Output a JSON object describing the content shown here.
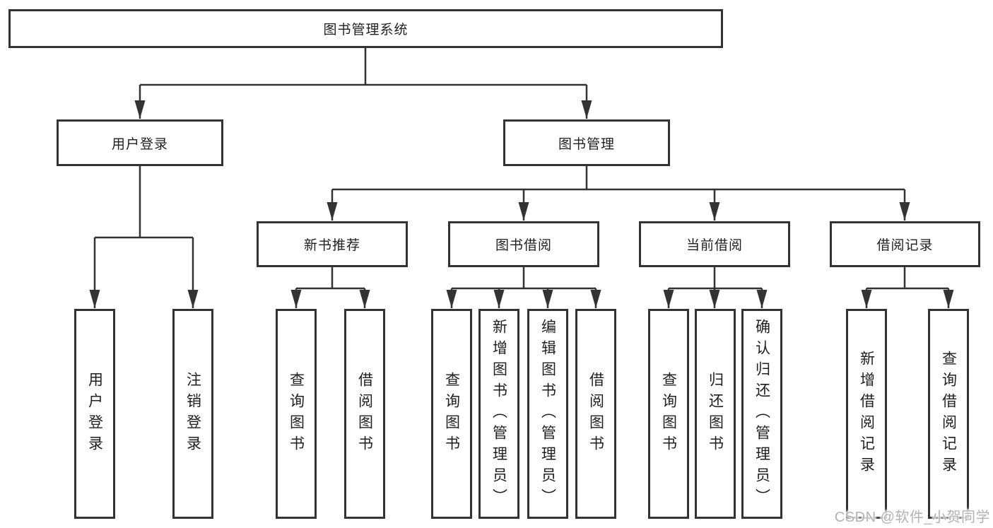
{
  "diagram": {
    "type": "hierarchy-tree",
    "root": {
      "label": "图书管理系统"
    },
    "branches": [
      {
        "label": "用户登录",
        "children": [
          {
            "label": "用户登录"
          },
          {
            "label": "注销登录"
          }
        ]
      },
      {
        "label": "图书管理",
        "children": [
          {
            "label": "新书推荐",
            "children": [
              {
                "label": "查询图书"
              },
              {
                "label": "借阅图书"
              }
            ]
          },
          {
            "label": "图书借阅",
            "children": [
              {
                "label": "查询图书"
              },
              {
                "label": "新增图书（管理员）"
              },
              {
                "label": "编辑图书（管理员）"
              },
              {
                "label": "借阅图书"
              }
            ]
          },
          {
            "label": "当前借阅",
            "children": [
              {
                "label": "查询图书"
              },
              {
                "label": "归还图书"
              },
              {
                "label": "确认归还（管理员）"
              }
            ]
          },
          {
            "label": "借阅记录",
            "children": [
              {
                "label": "新增借阅记录"
              },
              {
                "label": "查询借阅记录"
              }
            ]
          }
        ]
      }
    ]
  },
  "watermark": {
    "text": "CSDN @软件_小贺同学",
    "color": "#b3b3b3"
  },
  "colors": {
    "background": "#ffffff",
    "line": "#333333",
    "box_border": "#333333",
    "box_fill": "#ffffff",
    "text": "#1f1f1f"
  }
}
